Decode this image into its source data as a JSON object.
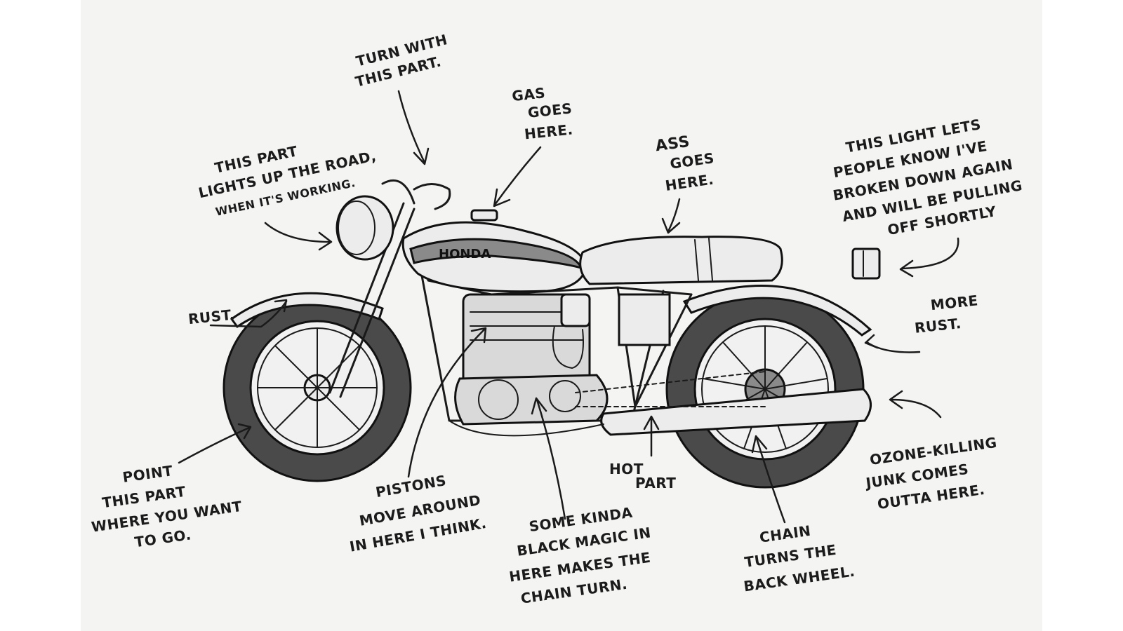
{
  "labels": {
    "turn": [
      "TURN WITH",
      "THIS PART."
    ],
    "gas": [
      "GAS",
      "GOES",
      "HERE."
    ],
    "headlight": [
      "THIS PART",
      "LIGHTS UP THE ROAD,",
      "WHEN IT'S WORKING."
    ],
    "ass": [
      "ASS",
      "GOES",
      "HERE."
    ],
    "taillight": [
      "THIS LIGHT LETS",
      "PEOPLE KNOW I'VE",
      "BROKEN DOWN AGAIN",
      "AND WILL BE PULLING",
      "OFF SHORTLY"
    ],
    "rust": "RUST.",
    "more_rust": [
      "MORE",
      "RUST."
    ],
    "point": [
      "POINT",
      "THIS PART",
      "WHERE YOU WANT",
      "TO GO."
    ],
    "pistons": [
      "PISTONS",
      "MOVE AROUND",
      "IN HERE I THINK."
    ],
    "magic": [
      "SOME KINDA",
      "BLACK MAGIC IN",
      "HERE MAKES THE",
      "CHAIN TURN."
    ],
    "hot": [
      "HOT",
      "PART"
    ],
    "chain": [
      "CHAIN",
      "TURNS THE",
      "BACK WHEEL."
    ],
    "ozone": [
      "OZONE-KILLING",
      "JUNK COMES",
      "OUTTA HERE."
    ]
  },
  "tank_brand": "HONDA"
}
